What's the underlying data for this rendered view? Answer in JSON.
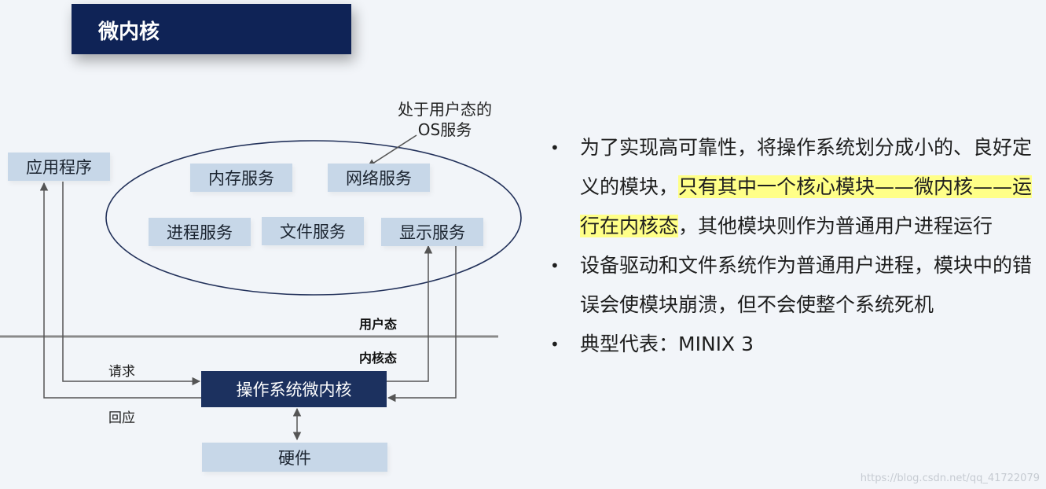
{
  "title": "微内核",
  "diagram": {
    "app": "应用程序",
    "callout": [
      "处于用户态的",
      "OS服务"
    ],
    "services": [
      "内存服务",
      "网络服务",
      "进程服务",
      "文件服务",
      "显示服务"
    ],
    "user_mode": "用户态",
    "kernel_mode": "内核态",
    "request": "请求",
    "response": "回应",
    "kernel": "操作系统微内核",
    "hardware": "硬件"
  },
  "bullets": {
    "b1_pre": "为了实现高可靠性，将操作系统划分成小的、良好定义的模块，",
    "b1_hl": "只有其中一个核心模块——微内核——运行在内核态",
    "b1_post": "，其他模块则作为普通用户进程运行",
    "b2": "设备驱动和文件系统作为普通用户进程，模块中的错误会使模块崩溃，但不会使整个系统死机",
    "b3": "典型代表：MINIX 3",
    "marker": "•"
  },
  "watermark": "https://blog.csdn.net/qq_41722079"
}
